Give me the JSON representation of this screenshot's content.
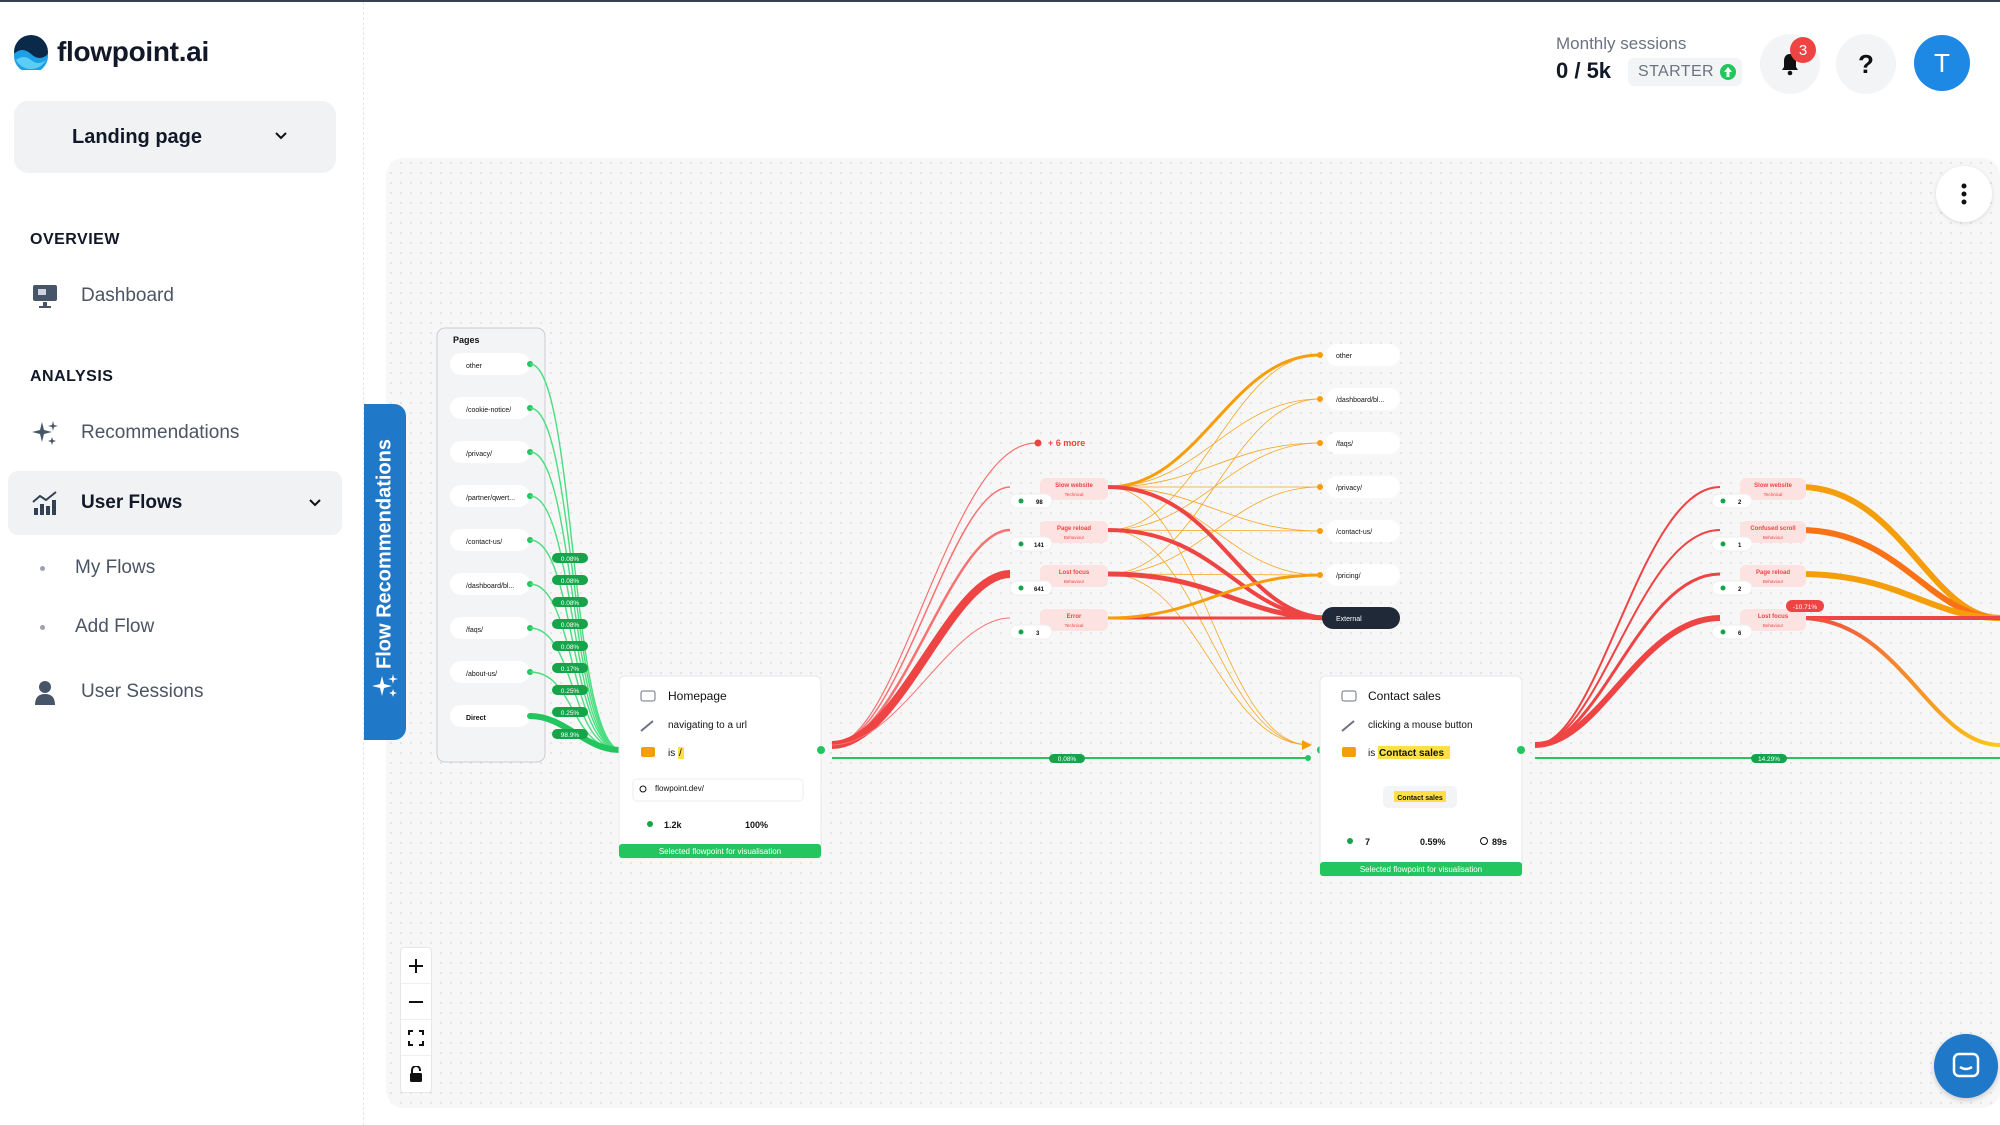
{
  "app": {
    "brand": "flowpoint.ai"
  },
  "sidebar": {
    "selector_value": "Landing page",
    "sections": [
      {
        "label": "OVERVIEW"
      },
      {
        "label": "ANALYSIS"
      }
    ],
    "items": [
      {
        "label": "Dashboard"
      },
      {
        "label": "Recommendations"
      },
      {
        "label": "User Flows"
      },
      {
        "label": "My Flows"
      },
      {
        "label": "Add Flow"
      },
      {
        "label": "User Sessions"
      }
    ]
  },
  "flow_recommendations_tab": "Flow Recommendations",
  "header": {
    "sessions_label": "Monthly sessions",
    "sessions_value": "0 / 5k",
    "plan": "STARTER",
    "notification_count": "3",
    "help": "?",
    "avatar_initial": "T"
  },
  "flow": {
    "pages_title": "Pages",
    "pages": [
      {
        "label": "other"
      },
      {
        "label": "/cookie-notice/"
      },
      {
        "label": "/privacy/"
      },
      {
        "label": "/partner/qwert..."
      },
      {
        "label": "/contact-us/"
      },
      {
        "label": "/dashboard/bl..."
      },
      {
        "label": "/faqs/"
      },
      {
        "label": "/about-us/"
      },
      {
        "label": "Direct"
      }
    ],
    "page_percents": [
      "0.08%",
      "0.08%",
      "0.08%",
      "0.08%",
      "0.08%",
      "0.17%",
      "0.25%",
      "0.25%",
      "98.9%"
    ],
    "homepage_node": {
      "title": "Homepage",
      "action": "navigating to a url",
      "condition_prefix": "is",
      "condition_value": "/",
      "search_value": "flowpoint.dev/",
      "users": "1.2k",
      "percent": "100%",
      "footer": "Selected flowpoint for visualisation"
    },
    "issues_left": [
      {
        "title": "+ 6 more"
      },
      {
        "title": "Slow website",
        "sub": "Technical",
        "count": "98"
      },
      {
        "title": "Page reload",
        "sub": "Behaviour",
        "count": "141"
      },
      {
        "title": "Lost focus",
        "sub": "Behaviour",
        "count": "641"
      },
      {
        "title": "Error",
        "sub": "Technical",
        "count": "3"
      }
    ],
    "destinations": [
      {
        "label": "other"
      },
      {
        "label": "/dashboard/bl..."
      },
      {
        "label": "/faqs/"
      },
      {
        "label": "/privacy/"
      },
      {
        "label": "/contact-us/"
      },
      {
        "label": "/pricing/"
      },
      {
        "label": "External"
      }
    ],
    "link_percent_1": "0.08%",
    "contact_node": {
      "title": "Contact sales",
      "action": "clicking a mouse button",
      "condition_prefix": "is",
      "condition_value": "Contact sales",
      "button_preview": "Contact sales",
      "users": "7",
      "percent": "0.59%",
      "time": "89s",
      "footer": "Selected flowpoint for visualisation"
    },
    "issues_right": [
      {
        "title": "Slow website",
        "sub": "Technical",
        "count": "2"
      },
      {
        "title": "Confused scroll",
        "sub": "Behaviour",
        "count": "1"
      },
      {
        "title": "Page reload",
        "sub": "Behaviour",
        "count": "2"
      },
      {
        "title": "Lost focus",
        "sub": "Behaviour",
        "count": "6"
      }
    ],
    "right_change_badge": "-10.71%",
    "link_percent_2": "14.29%"
  }
}
